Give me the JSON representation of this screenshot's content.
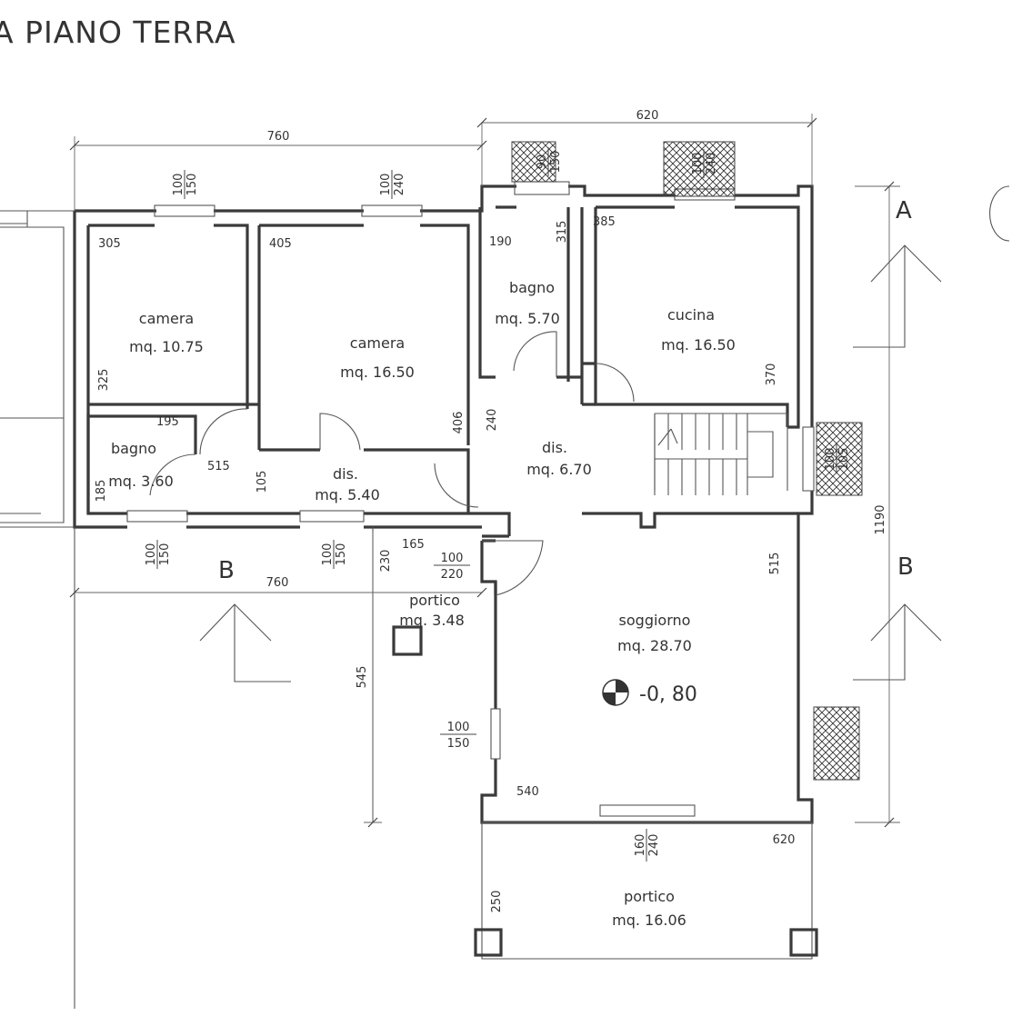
{
  "title": "A PIANO TERRA",
  "rooms": {
    "camera1": {
      "name": "camera",
      "area": "mq. 10.75"
    },
    "camera2": {
      "name": "camera",
      "area": "mq. 16.50"
    },
    "bagno1": {
      "name": "bagno",
      "area": "mq. 5.70"
    },
    "cucina": {
      "name": "cucina",
      "area": "mq. 16.50"
    },
    "bagno2": {
      "name": "bagno",
      "area": "mq. 3.60"
    },
    "dis1": {
      "name": "dis.",
      "area": "mq. 5.40"
    },
    "dis2": {
      "name": "dis.",
      "area": "mq. 6.70"
    },
    "portico1": {
      "name": "portico",
      "area": "mq. 3.48"
    },
    "soggiorno": {
      "name": "soggiorno",
      "area": "mq. 28.70"
    },
    "portico2": {
      "name": "portico",
      "area": "mq. 16.06"
    }
  },
  "level": "-0, 80",
  "sections": {
    "a": "A",
    "b_left": "B",
    "b_right": "B"
  },
  "dims": {
    "top_left": "760",
    "top_right": "620",
    "mid_left": "760",
    "right_total": "1190",
    "portico_height": "545",
    "bottom_right": "620",
    "portico2_depth": "250",
    "r305": "305",
    "r405": "405",
    "r190": "190",
    "r315": "315",
    "r385": "385",
    "r325": "325",
    "r406": "406",
    "r240": "240",
    "r370": "370",
    "r195": "195",
    "r515a": "515",
    "r105": "105",
    "r185": "185",
    "r515b": "515",
    "r540": "540",
    "r165": "165",
    "r230": "230"
  },
  "windows": {
    "w1": [
      "100",
      "150"
    ],
    "w2": [
      "100",
      "240"
    ],
    "w3": [
      "90",
      "150"
    ],
    "w4": [
      "100",
      "240"
    ],
    "w5": [
      "100",
      "105"
    ],
    "w6": [
      "100",
      "150"
    ],
    "w7": [
      "100",
      "150"
    ],
    "w8": [
      "100",
      "220"
    ],
    "w9": [
      "100",
      "150"
    ],
    "w10": [
      "160",
      "240"
    ]
  }
}
